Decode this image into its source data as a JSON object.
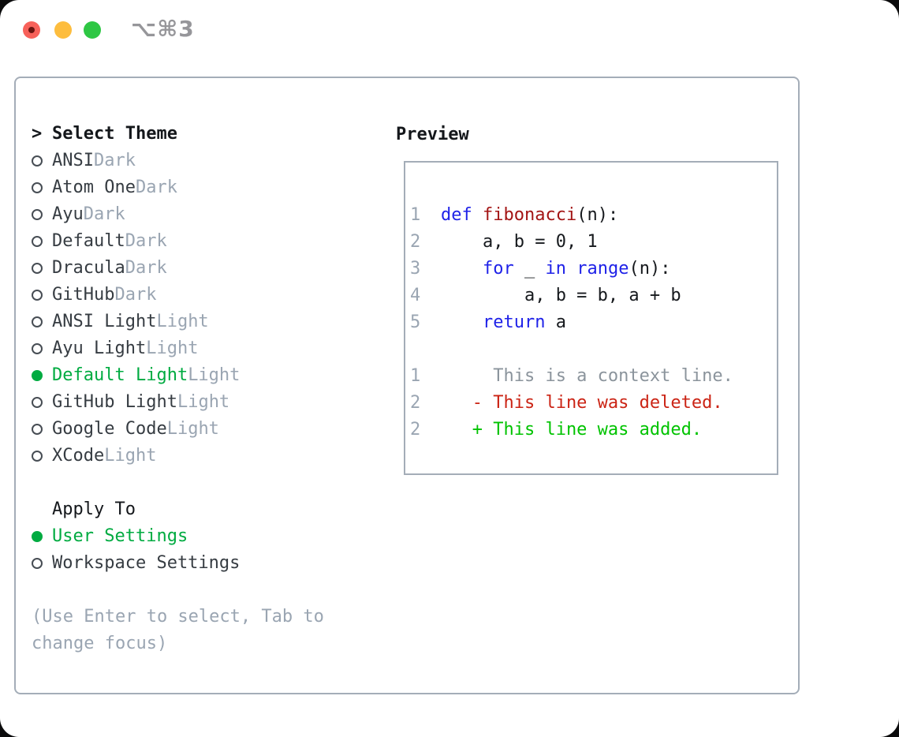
{
  "window": {
    "shortcut_label": "⌥⌘3"
  },
  "colors": {
    "accent_green": "#00ab41",
    "keyword": "#1f22e8",
    "function": "#a31515",
    "code": "#16191d",
    "context": "#8b949c",
    "deleted": "#cb2415",
    "added": "#00c300",
    "line_num": "#9aa5b2",
    "muted": "#9aa5b2",
    "border": "#a4adb8"
  },
  "theme_panel": {
    "title_prefix": ">",
    "title": "Select Theme",
    "themes": [
      {
        "name": "ANSI",
        "variant": "Dark",
        "selected": false
      },
      {
        "name": "Atom One",
        "variant": "Dark",
        "selected": false
      },
      {
        "name": "Ayu",
        "variant": "Dark",
        "selected": false
      },
      {
        "name": "Default",
        "variant": "Dark",
        "selected": false
      },
      {
        "name": "Dracula",
        "variant": "Dark",
        "selected": false
      },
      {
        "name": "GitHub",
        "variant": "Dark",
        "selected": false
      },
      {
        "name": "ANSI Light",
        "variant": "Light",
        "selected": false
      },
      {
        "name": "Ayu Light",
        "variant": "Light",
        "selected": false
      },
      {
        "name": "Default Light",
        "variant": "Light",
        "selected": true
      },
      {
        "name": "GitHub Light",
        "variant": "Light",
        "selected": false
      },
      {
        "name": "Google Code",
        "variant": "Light",
        "selected": false
      },
      {
        "name": "XCode",
        "variant": "Light",
        "selected": false
      }
    ],
    "apply_title": "Apply To",
    "apply_options": [
      {
        "label": "User Settings",
        "selected": true
      },
      {
        "label": "Workspace Settings",
        "selected": false
      }
    ],
    "help_lines": [
      "(Use Enter to select, Tab to",
      "change focus)"
    ]
  },
  "preview": {
    "title": "Preview",
    "lines": [
      {
        "num": "1",
        "segments": [
          {
            "t": "def",
            "c": "keyword"
          },
          {
            "t": " ",
            "c": "code"
          },
          {
            "t": "fibonacci",
            "c": "function"
          },
          {
            "t": "(n):",
            "c": "code"
          }
        ]
      },
      {
        "num": "2",
        "segments": [
          {
            "t": "    a, b = 0, 1",
            "c": "code"
          }
        ]
      },
      {
        "num": "3",
        "segments": [
          {
            "t": "    ",
            "c": "code"
          },
          {
            "t": "for",
            "c": "keyword"
          },
          {
            "t": " _ ",
            "c": "code"
          },
          {
            "t": "in",
            "c": "keyword"
          },
          {
            "t": " ",
            "c": "code"
          },
          {
            "t": "range",
            "c": "keyword"
          },
          {
            "t": "(n):",
            "c": "code"
          }
        ]
      },
      {
        "num": "4",
        "segments": [
          {
            "t": "        a, b = b, a + b",
            "c": "code"
          }
        ]
      },
      {
        "num": "5",
        "segments": [
          {
            "t": "    ",
            "c": "code"
          },
          {
            "t": "return",
            "c": "keyword"
          },
          {
            "t": " a",
            "c": "code"
          }
        ]
      },
      {
        "num": "",
        "segments": []
      },
      {
        "num": "1",
        "segments": [
          {
            "t": "     This is a context line.",
            "c": "context"
          }
        ]
      },
      {
        "num": "2",
        "segments": [
          {
            "t": "   - This line was deleted.",
            "c": "deleted"
          }
        ]
      },
      {
        "num": "2",
        "segments": [
          {
            "t": "   + This line was added.",
            "c": "added"
          }
        ]
      }
    ]
  }
}
